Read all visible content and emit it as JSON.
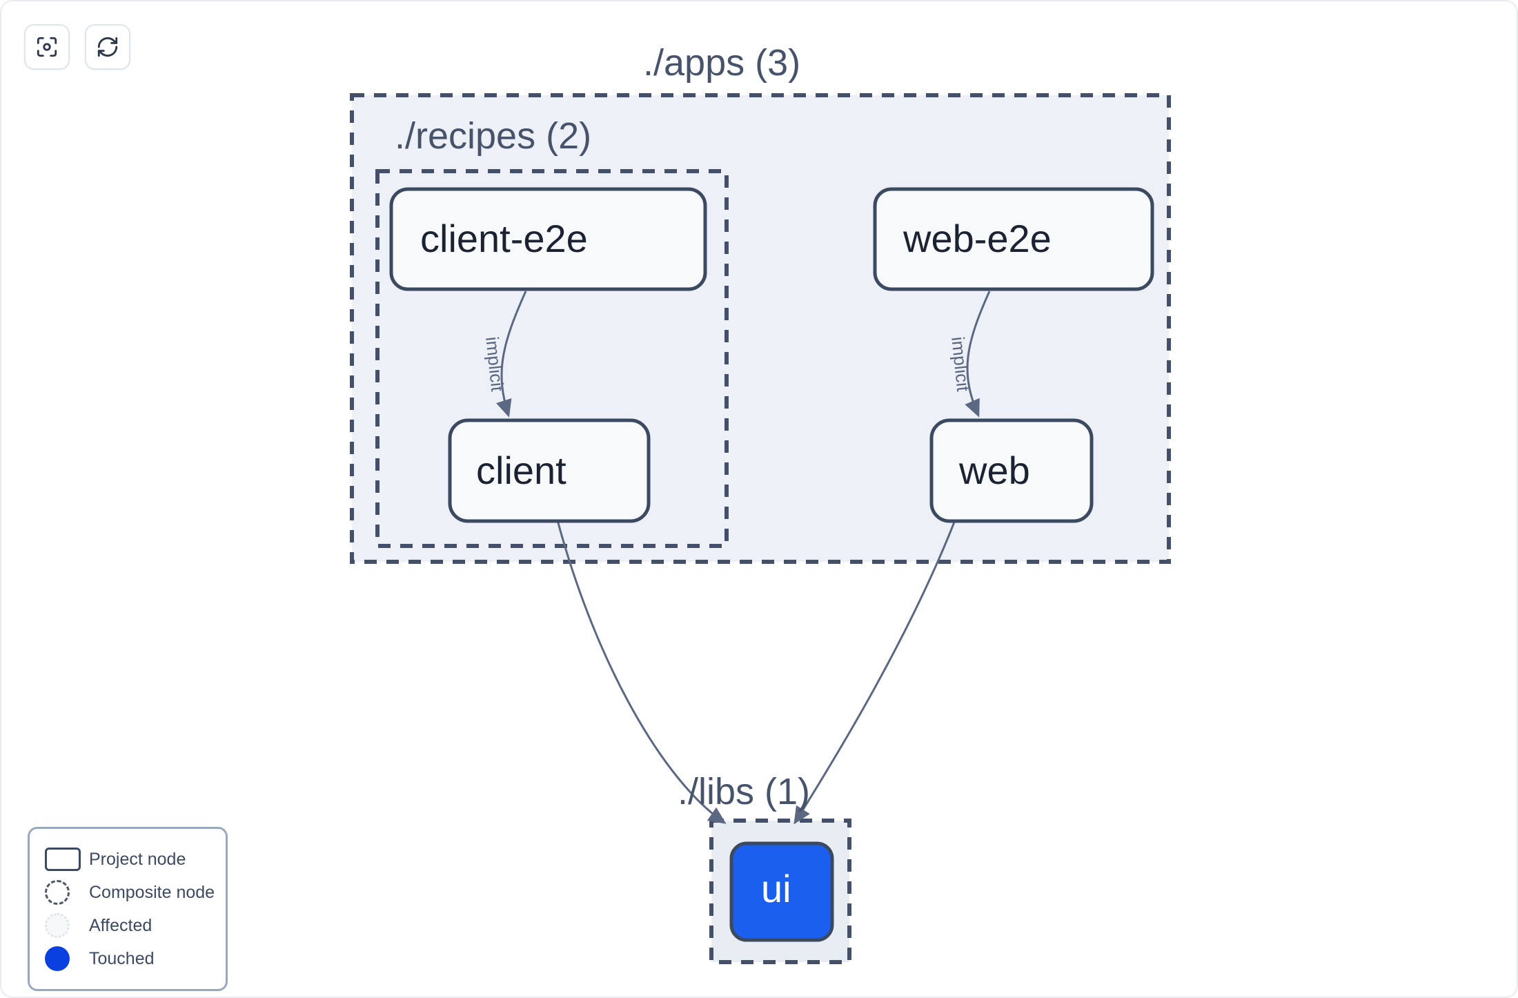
{
  "toolbar": {
    "buttons": [
      {
        "name": "focus-graph-button",
        "icon": "focus-target-icon"
      },
      {
        "name": "refresh-graph-button",
        "icon": "refresh-icon"
      }
    ]
  },
  "graph": {
    "groups": [
      {
        "id": "apps",
        "label": "./apps (3)",
        "count": 3
      },
      {
        "id": "recipes",
        "label": "./recipes (2)",
        "count": 2
      },
      {
        "id": "libs",
        "label": "./libs (1)",
        "count": 1
      }
    ],
    "nodes": [
      {
        "id": "client-e2e",
        "label": "client-e2e",
        "state": "normal"
      },
      {
        "id": "web-e2e",
        "label": "web-e2e",
        "state": "normal"
      },
      {
        "id": "client",
        "label": "client",
        "state": "normal"
      },
      {
        "id": "web",
        "label": "web",
        "state": "normal"
      },
      {
        "id": "ui",
        "label": "ui",
        "state": "touched"
      }
    ],
    "edges": [
      {
        "from": "client-e2e",
        "to": "client",
        "label": "implicit"
      },
      {
        "from": "web-e2e",
        "to": "web",
        "label": "implicit"
      },
      {
        "from": "client",
        "to": "ui",
        "label": ""
      },
      {
        "from": "web",
        "to": "ui",
        "label": ""
      }
    ]
  },
  "legend": {
    "items": [
      {
        "key": "project-node",
        "label": "Project node"
      },
      {
        "key": "composite-node",
        "label": "Composite node"
      },
      {
        "key": "affected",
        "label": "Affected"
      },
      {
        "key": "touched",
        "label": "Touched"
      }
    ]
  },
  "colors": {
    "group_fill": "#edf0f6",
    "group_border": "#44506a",
    "node_border": "#3c4a61",
    "node_fill": "#f8f9fb",
    "touched_fill": "#1b5fee",
    "legend_touched": "#0b40e0",
    "edge_stroke": "#5b6881",
    "text_dark": "#1b2333",
    "text_muted": "#46536b",
    "page_bg": "#ffffff"
  }
}
